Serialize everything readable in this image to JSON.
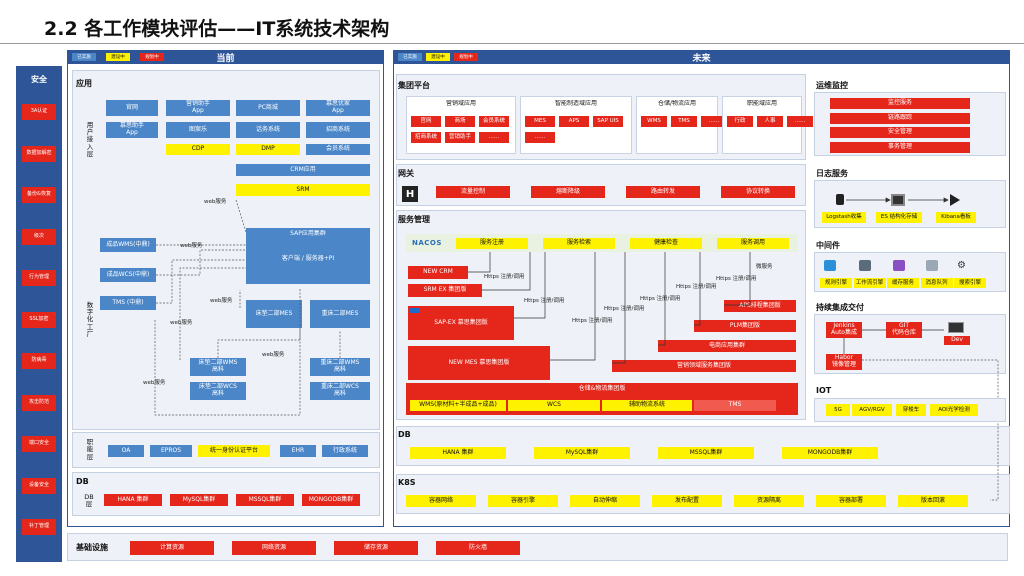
{
  "title": "2.2 各工作模块评估——IT系统技术架构",
  "legend": {
    "online": "已实施",
    "building": "建设中",
    "planned": "规划中"
  },
  "current": {
    "header": "当前",
    "app_label": "应用",
    "user_layer": "用\n户\n接\n入\n层",
    "digital_layer": "数\n字\n化\n工\n厂",
    "func_layer": "职\n能\n层",
    "db_label": "DB",
    "db_layer": "DB\n层",
    "user_apps": [
      "官网",
      "营销助手\nApp",
      "PC商城",
      "慕思优家\nApp",
      "慕思助手\nApp",
      "图案乐",
      "话务系统",
      "招商系统"
    ],
    "cdp": "CDP",
    "dmp": "DMP",
    "member": "会员系统",
    "crm": "CRM应用",
    "srm": "SRM",
    "sap_group": "SAP应用集群",
    "sap_sub": "客户端 / 服务器+PI",
    "wms": "成品WMS(中鼎)",
    "wcs": "成品WCS(中鼎)",
    "tms": "TMS (中鼎)",
    "mes1": "床垫二部MES",
    "mes2": "重床二部MES",
    "wms1": "床垫二部WMS\n高科",
    "wcs1": "床垫二部WCS\n高科",
    "wms2": "重床二部WMS\n高科",
    "wcs2": "重床二部WCS\n高科",
    "web_service": "web服务",
    "func_apps": [
      "OA",
      "EPROS",
      "统一身份认证平台",
      "EHR",
      "行政系统"
    ],
    "dbs": [
      "HANA 集群",
      "MySQL集群",
      "MSSQL集群",
      "MONGODB集群"
    ]
  },
  "security": {
    "title": "安全",
    "items": [
      "3A认证",
      "数据加解密",
      "备份&恢复",
      "级次",
      "行为管理",
      "SSL加密",
      "防病毒",
      "攻击防范",
      "端口安全",
      "设备安全",
      "补丁管理"
    ]
  },
  "future": {
    "header": "未来",
    "group_platform": "集团平台",
    "groups": [
      {
        "title": "营销域应用",
        "items": [
          "官网",
          "商场",
          "会员系统",
          "招商系统",
          "营销助手",
          "……"
        ]
      },
      {
        "title": "智能制造域应用",
        "items": [
          "MES",
          "APS",
          "SAP UIS",
          "……"
        ]
      },
      {
        "title": "仓储/物流应用",
        "items": [
          "WMS",
          "TMS",
          "……"
        ]
      },
      {
        "title": "职能域应用",
        "items": [
          "行政",
          "人事",
          "……"
        ]
      }
    ],
    "gateway": "网关",
    "gateway_items": [
      "流量控制",
      "熔断降级",
      "路由转发",
      "协议转换"
    ],
    "service_mgmt": "服务管理",
    "nacos": "NACOS",
    "nacos_items": [
      "服务注册",
      "服务检索",
      "健康检查",
      "服务调用"
    ],
    "new_crm": "NEW CRM",
    "srm_ex": "SRM EX 集团版",
    "sap_ex": "SAP-EX 慕思集团版",
    "new_mes": "NEW MES 慕思集团版",
    "aps": "APS排程集团版",
    "plm": "PLM集团版",
    "ecommerce": "电商应用集群",
    "marketing": "营销领域服务集团版",
    "logistics_title": "仓储&物流集团版",
    "logistics_items": [
      "WMS(原材料+半成品+成品)",
      "WCS",
      "辅助物流系统",
      "TMS"
    ],
    "https_label": "Https 注册/调用",
    "micro_label": "微服务",
    "db_label": "DB",
    "dbs": [
      "HANA 集群",
      "MySQL集群",
      "MSSQL集群",
      "MONGODB集群"
    ],
    "k8s": "K8S",
    "k8s_items": [
      "容器网络",
      "容器引擎",
      "自动伸缩",
      "发布配置",
      "资源隔离",
      "容器部署",
      "版本回滚"
    ]
  },
  "ops": {
    "title": "运维监控",
    "items": [
      "监控服务",
      "链路跟踪",
      "安全管理",
      "事务管理"
    ]
  },
  "log": {
    "title": "日志服务",
    "items": [
      "Logstash收集",
      "ES 结构化存储",
      "Kibana看板"
    ]
  },
  "middleware": {
    "title": "中间件",
    "items": [
      "规则引擎",
      "工作流引擎",
      "缓存服务",
      "消息队列",
      "搜索引擎"
    ]
  },
  "cicd": {
    "title": "持续集成交付",
    "jenkins": "Jenkins\nAuto集成",
    "git": "GIT\n代码仓库",
    "dev": "Dev",
    "habor": "Habor\n镜像管理"
  },
  "iot": {
    "title": "IOT",
    "items": [
      "5G",
      "AGV/RGV",
      "穿梭车",
      "AOI光学检测"
    ]
  },
  "infra": {
    "title": "基础设施",
    "items": [
      "计算资源",
      "网络资源",
      "储存资源",
      "防火墙"
    ]
  },
  "colors": {
    "red": "#e5261b",
    "yellow": "#fff200",
    "blue": "#4a86c8",
    "header": "#2e5597"
  }
}
